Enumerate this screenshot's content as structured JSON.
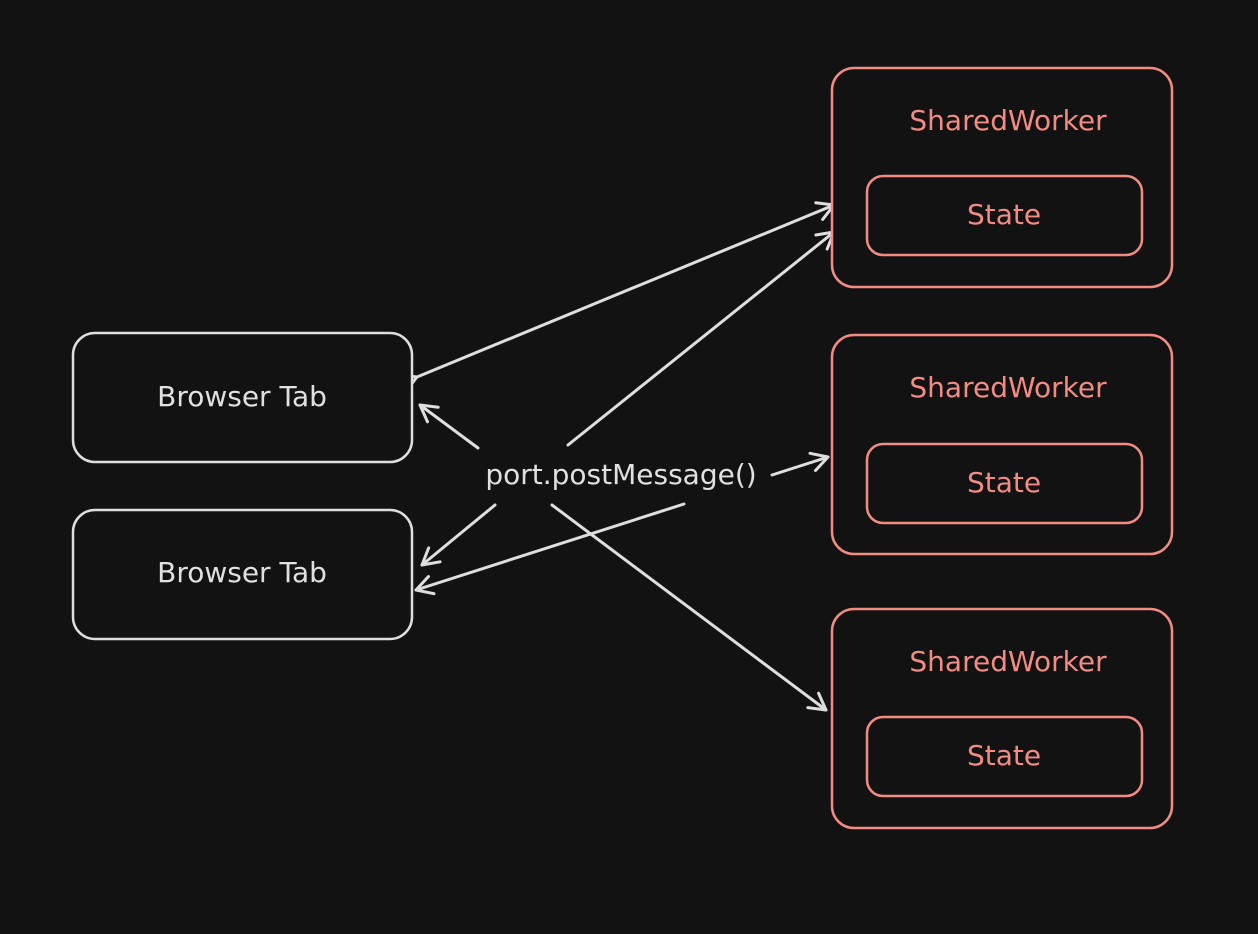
{
  "colors": {
    "background": "#121212",
    "tab_stroke": "#dedede",
    "worker_stroke": "#f28b82",
    "arrow": "#dedede"
  },
  "tabs": [
    {
      "label": "Browser Tab"
    },
    {
      "label": "Browser Tab"
    }
  ],
  "workers": [
    {
      "title": "SharedWorker",
      "state_label": "State"
    },
    {
      "title": "SharedWorker",
      "state_label": "State"
    },
    {
      "title": "SharedWorker",
      "state_label": "State"
    }
  ],
  "edge_label": "port.postMessage()"
}
